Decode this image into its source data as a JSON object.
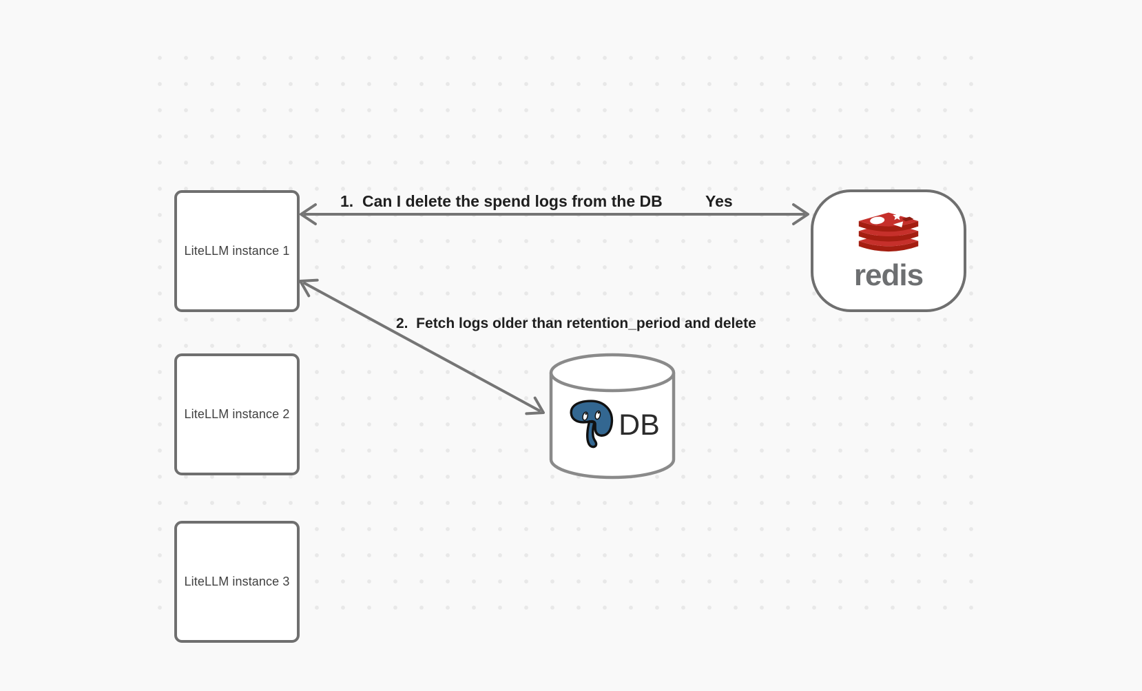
{
  "canvas": {
    "background_color": "#f9f9f9",
    "dot_color": "#e8e8e8"
  },
  "nodes": {
    "instance1": {
      "label": "LiteLLM instance 1"
    },
    "instance2": {
      "label": "LiteLLM instance 2"
    },
    "instance3": {
      "label": "LiteLLM instance 3"
    },
    "redis": {
      "label": "redis",
      "icon": "redis-logo-icon",
      "colors": {
        "top_face": "#c6302b",
        "front_face": "#a41e11",
        "notch": "#8e1c10",
        "wordmark": "#6d6f71"
      }
    },
    "db": {
      "label": "DB",
      "icon": "postgresql-icon",
      "colors": {
        "elephant_blue": "#336791",
        "outline": "#111111"
      }
    }
  },
  "edges": {
    "edge1": {
      "from": "redis",
      "to": "instance1",
      "label": "1.  Can I delete the spend logs from the DB",
      "response": "Yes",
      "direction": "double-headed"
    },
    "edge2": {
      "from": "instance1",
      "to": "db",
      "label": "2.  Fetch logs older than retention_period and delete",
      "direction": "double-headed"
    }
  },
  "colors": {
    "arrow": "#757575",
    "node_border": "#6f6f6f",
    "node_background": "#ffffff",
    "node_text": "#404040",
    "label_text": "#1f1f1f",
    "cylinder_stroke": "#8a8a8a"
  }
}
